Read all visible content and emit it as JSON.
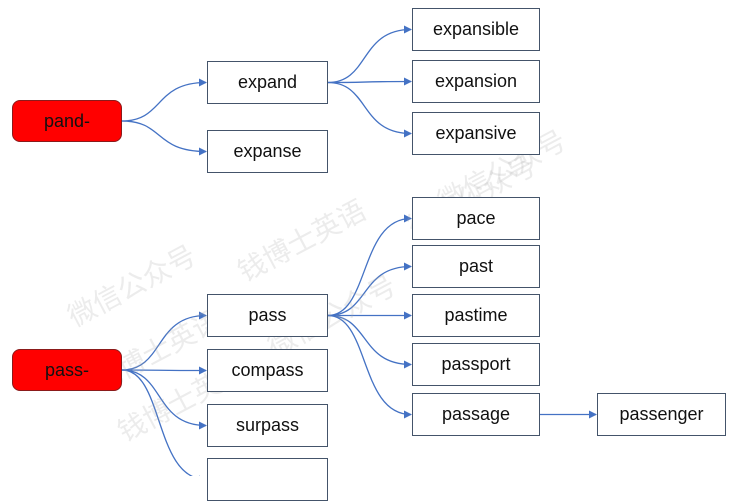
{
  "watermark": [
    "微信公众号",
    "钱博士英语",
    "微信公众号",
    "钱博士英语",
    "微信公众号",
    "钱博士英语",
    "微信公众号"
  ],
  "colors": {
    "root_fill": "#ff0000",
    "link": "#4472c4",
    "box_border": "#44546a"
  },
  "groups": [
    {
      "root": "pand-",
      "children": [
        {
          "label": "expand",
          "children": [
            "expansible",
            "expansion",
            "expansive"
          ]
        },
        {
          "label": "expanse"
        }
      ]
    },
    {
      "root": "pass-",
      "children": [
        {
          "label": "pass",
          "children": [
            "pace",
            "past",
            "pastime",
            "passport",
            "passage"
          ]
        },
        {
          "label": "compass"
        },
        {
          "label": "surpass"
        },
        {
          "label": ""
        }
      ],
      "extra": {
        "from": "passage",
        "to": "passenger"
      }
    }
  ]
}
